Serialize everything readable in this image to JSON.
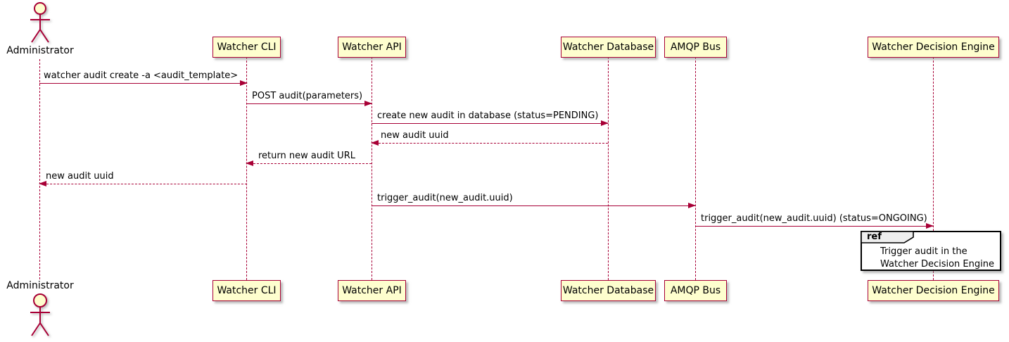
{
  "diagram": {
    "type": "sequence",
    "participants": [
      {
        "id": "administrator",
        "label": "Administrator",
        "kind": "actor"
      },
      {
        "id": "watcher-cli",
        "label": "Watcher CLI",
        "kind": "participant"
      },
      {
        "id": "watcher-api",
        "label": "Watcher API",
        "kind": "participant"
      },
      {
        "id": "watcher-database",
        "label": "Watcher Database",
        "kind": "participant"
      },
      {
        "id": "amqp-bus",
        "label": "AMQP Bus",
        "kind": "participant"
      },
      {
        "id": "watcher-decision-engine",
        "label": "Watcher Decision Engine",
        "kind": "participant"
      }
    ],
    "messages": [
      {
        "from": "Administrator",
        "to": "Watcher CLI",
        "label": "watcher audit create -a <audit_template>",
        "style": "solid"
      },
      {
        "from": "Watcher CLI",
        "to": "Watcher API",
        "label": "POST audit(parameters)",
        "style": "solid"
      },
      {
        "from": "Watcher API",
        "to": "Watcher Database",
        "label": "create new audit in database (status=PENDING)",
        "style": "solid"
      },
      {
        "from": "Watcher Database",
        "to": "Watcher API",
        "label": "new audit uuid",
        "style": "dashed"
      },
      {
        "from": "Watcher API",
        "to": "Watcher CLI",
        "label": "return new audit URL",
        "style": "dashed"
      },
      {
        "from": "Watcher CLI",
        "to": "Administrator",
        "label": "new audit uuid",
        "style": "dashed"
      },
      {
        "from": "Watcher API",
        "to": "AMQP Bus",
        "label": "trigger_audit(new_audit.uuid)",
        "style": "solid"
      },
      {
        "from": "AMQP Bus",
        "to": "Watcher Decision Engine",
        "label": "trigger_audit(new_audit.uuid) (status=ONGOING)",
        "style": "solid"
      }
    ],
    "ref": {
      "keyword": "ref",
      "over": "Watcher Decision Engine",
      "lines": [
        "Trigger audit in the",
        "Watcher Decision Engine"
      ]
    },
    "colors": {
      "participant_fill": "#FEFECE",
      "participant_border": "#A80036",
      "line": "#A80036",
      "text": "#000000",
      "ref_tab_fill": "#EEEEEE",
      "ref_border": "#000000"
    }
  }
}
